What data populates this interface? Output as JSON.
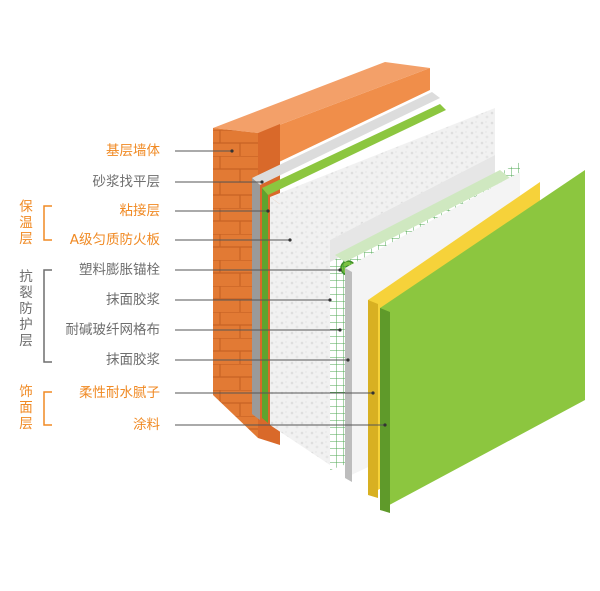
{
  "colors": {
    "accent_orange": "#f08a24",
    "gray_text": "#6e6e6e",
    "brick": "#e07a36",
    "mortar": "#c9c9c9",
    "foam": "#f0f0f0",
    "mesh_green": "#4caf50",
    "putty_yellow": "#f7d43a",
    "paint_green": "#8cc63f"
  },
  "layers": [
    {
      "label": "基层墙体",
      "color": "orange"
    },
    {
      "label": "砂浆找平层",
      "color": "gray"
    },
    {
      "label": "粘接层",
      "color": "orange"
    },
    {
      "label": "A级匀质防火板",
      "color": "orange"
    },
    {
      "label": "塑料膨胀锚栓",
      "color": "gray"
    },
    {
      "label": "抹面胶浆",
      "color": "gray"
    },
    {
      "label": "耐碱玻纤网格布",
      "color": "gray"
    },
    {
      "label": "抹面胶浆",
      "color": "gray"
    },
    {
      "label": "柔性耐水腻子",
      "color": "orange"
    },
    {
      "label": "涂料",
      "color": "orange"
    }
  ],
  "groups": [
    {
      "label": "保温层",
      "color": "orange"
    },
    {
      "label": "抗裂防护层",
      "color": "gray"
    },
    {
      "label": "饰面层",
      "color": "orange"
    }
  ]
}
